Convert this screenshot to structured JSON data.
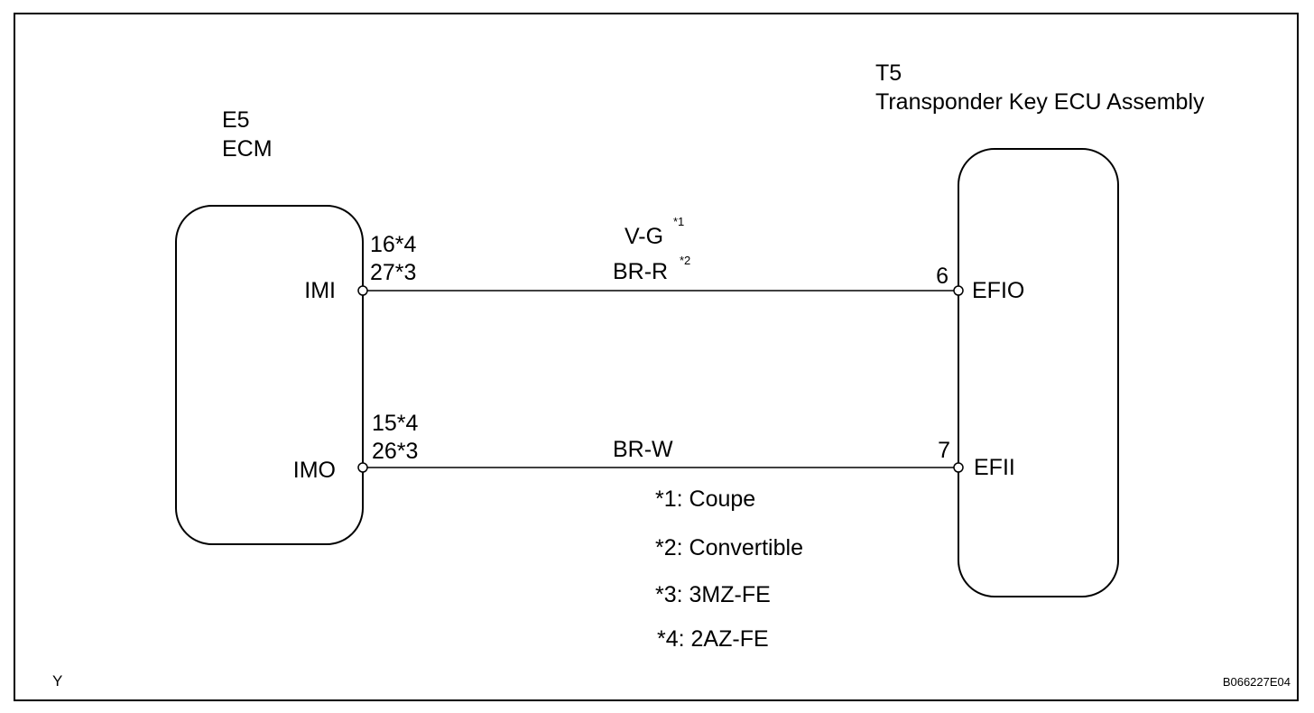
{
  "ecm": {
    "code": "E5",
    "name": "ECM",
    "pins": [
      {
        "name": "IMI",
        "numbers": [
          "16*4",
          "27*3"
        ]
      },
      {
        "name": "IMO",
        "numbers": [
          "15*4",
          "26*3"
        ]
      }
    ]
  },
  "transponder": {
    "code": "T5",
    "name": "Transponder Key ECU Assembly",
    "pins": [
      {
        "name": "EFIO",
        "number": "6"
      },
      {
        "name": "EFII",
        "number": "7"
      }
    ]
  },
  "wires": [
    {
      "colors": [
        {
          "text": "V-G",
          "note": "*1"
        },
        {
          "text": "BR-R",
          "note": "*2"
        }
      ]
    },
    {
      "colors": [
        {
          "text": "BR-W",
          "note": ""
        }
      ]
    }
  ],
  "notes": [
    "*1: Coupe",
    "*2: Convertible",
    "*3: 3MZ-FE",
    "*4: 2AZ-FE"
  ],
  "corner_mark": "Y",
  "figure_id": "B066227E04"
}
